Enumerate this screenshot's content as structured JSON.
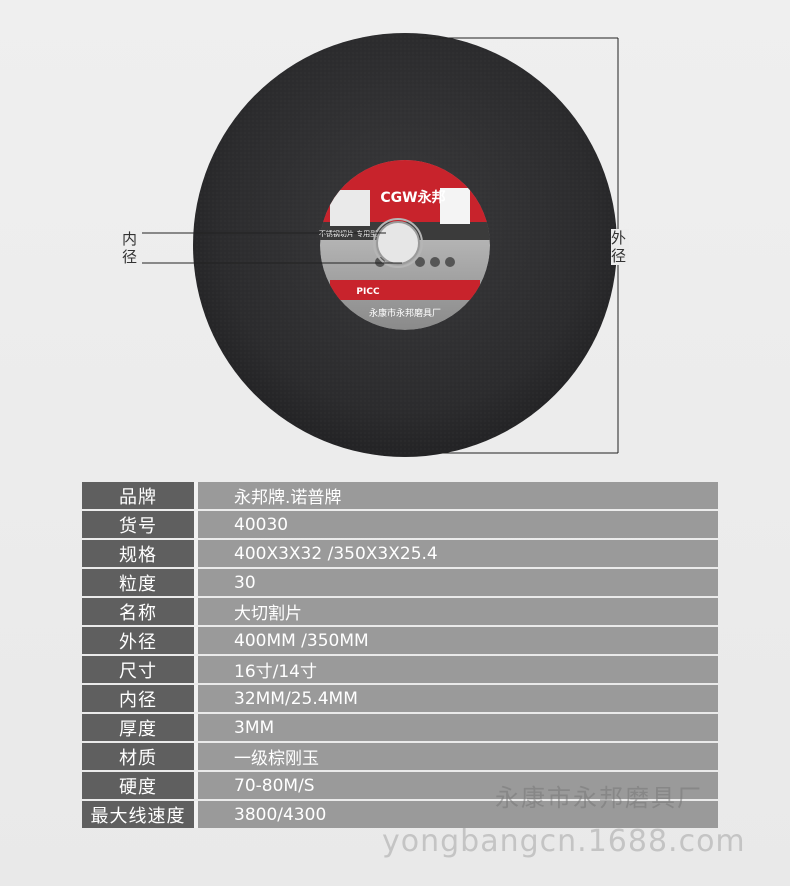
{
  "dimension_labels": {
    "inner": "内径",
    "outer": "外径"
  },
  "disc_label": {
    "brand_text": "CGW永邦",
    "product_text": "不锈钢切片 专用型",
    "logo_text": "PICC",
    "maker_text": "永康市永邦磨具厂"
  },
  "specs": [
    {
      "key": "品牌",
      "value": "永邦牌.诺普牌"
    },
    {
      "key": "货号",
      "value": "40030"
    },
    {
      "key": "规格",
      "value": "400X3X32  /350X3X25.4"
    },
    {
      "key": "粒度",
      "value": "30"
    },
    {
      "key": "名称",
      "value": "大切割片"
    },
    {
      "key": "外径",
      "value": "400MM  /350MM"
    },
    {
      "key": "尺寸",
      "value": "16寸/14寸"
    },
    {
      "key": "内径",
      "value": "32MM/25.4MM"
    },
    {
      "key": "厚度",
      "value": "3MM"
    },
    {
      "key": "材质",
      "value": "一级棕刚玉"
    },
    {
      "key": "硬度",
      "value": "70-80M/S"
    },
    {
      "key": "最大线速度",
      "value": "3800/4300"
    }
  ],
  "watermark": {
    "company": "永康市永邦磨具厂",
    "url": "yongbangcn.1688.com"
  },
  "colors": {
    "disc": "#2e2e30",
    "label_red": "#c8232c",
    "key_bg": "#5f5f5f",
    "value_bg": "#9a9a9a"
  }
}
